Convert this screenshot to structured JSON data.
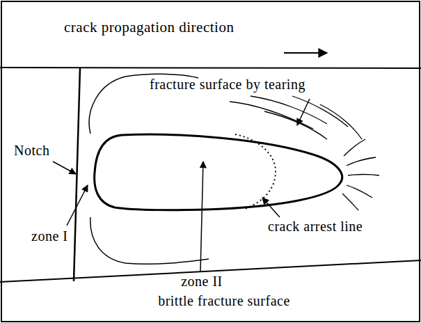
{
  "diagram": {
    "labels": [
      "crack propagation direction",
      "fracture surface by tearing",
      "Notch",
      "zone I",
      "crack arrest line",
      "zone II",
      "brittle fracture surface"
    ]
  }
}
